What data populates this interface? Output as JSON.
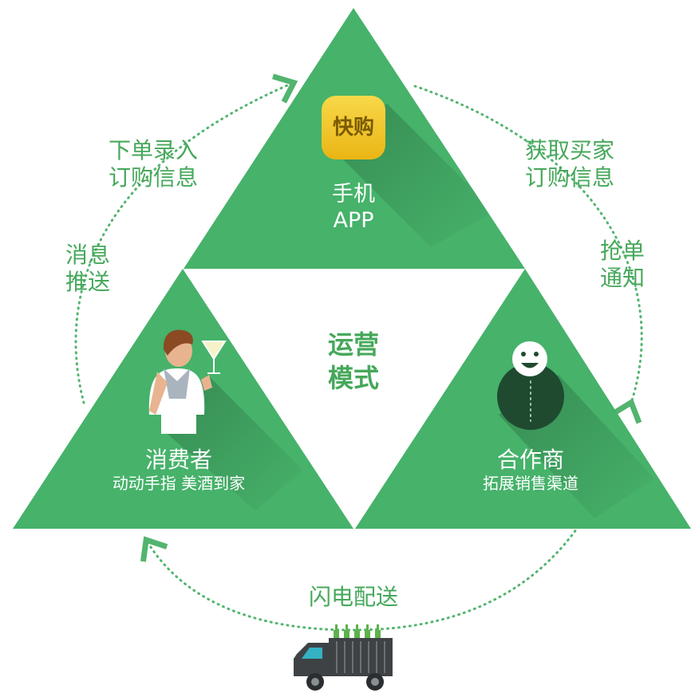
{
  "center": {
    "line1": "运营",
    "line2": "模式"
  },
  "nodes": {
    "app": {
      "line1": "手机",
      "line2": "APP",
      "icon": "kuaigou-app-icon",
      "icon_text": "快购"
    },
    "consumer": {
      "title": "消费者",
      "subtitle": "动动手指 美酒到家",
      "icon": "bartender-icon"
    },
    "partner": {
      "title": "合作商",
      "subtitle": "拓展销售渠道",
      "icon": "smiley-person-icon"
    }
  },
  "flows": {
    "order_entry": {
      "line1": "下单录入",
      "line2": "订购信息"
    },
    "get_buyer": {
      "line1": "获取买家",
      "line2": "订购信息"
    },
    "push": {
      "line1": "消息",
      "line2": "推送"
    },
    "grab": {
      "line1": "抢单",
      "line2": "通知"
    },
    "delivery": {
      "line1": "闪电配送",
      "icon": "delivery-truck-icon"
    }
  },
  "colors": {
    "triangle": "#46b26a",
    "label_green": "#46a85b",
    "arrow": "#52b46e",
    "app_icon_yellow": "#f2c523",
    "partner_dark": "#1f4a30"
  }
}
